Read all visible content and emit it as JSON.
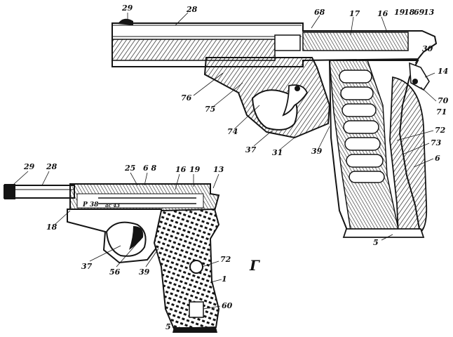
{
  "figure_letter": "Г",
  "upper_callouts": [
    "29",
    "28",
    "68",
    "17",
    "16",
    "19",
    "18",
    "69",
    "13",
    "30",
    "14",
    "70",
    "71",
    "72",
    "73",
    "6",
    "76",
    "75",
    "74",
    "37",
    "31",
    "39",
    "5"
  ],
  "lower_callouts": [
    "29",
    "28",
    "25",
    "6 8",
    "16",
    "19",
    "13",
    "18",
    "72",
    "1",
    "60",
    "37",
    "56",
    "39",
    "5"
  ],
  "engraving": {
    "model": "P 38",
    "stamp": "ac 43"
  }
}
